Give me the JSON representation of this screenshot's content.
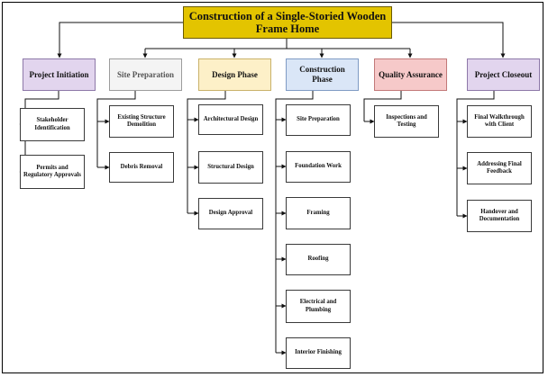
{
  "root": {
    "label": "Construction of a Single-Storied Wooden Frame Home"
  },
  "phases": [
    {
      "label": "Project Initiation",
      "tasks": [
        "Stakeholder Identification",
        "Permits and Regulatory Approvals"
      ]
    },
    {
      "label": "Site Preparation",
      "tasks": [
        "Existing Structure Demolition",
        "Debris Removal"
      ]
    },
    {
      "label": "Design Phase",
      "tasks": [
        "Architectural Design",
        "Structural Design",
        "Design Approval"
      ]
    },
    {
      "label": "Construction Phase",
      "tasks": [
        "Site Preparation",
        "Foundation Work",
        "Framing",
        "Roofing",
        "Electrical and Plumbing",
        "Interior Finishing"
      ]
    },
    {
      "label": "Quality Assurance",
      "tasks": [
        "Inspections and Testing"
      ]
    },
    {
      "label": "Project Closeout",
      "tasks": [
        "Final Walkthrough with Client",
        "Addressing Final Feedback",
        "Handover and Documentation"
      ]
    }
  ],
  "colors": {
    "root_fill": "#e3c400",
    "project_initiation_fill": "#e2d5ee",
    "site_preparation_fill": "#f4f4f4",
    "design_phase_fill": "#fdf0c8",
    "construction_phase_fill": "#dae6f7",
    "quality_assurance_fill": "#f6c9c9",
    "project_closeout_fill": "#e2d5ee"
  }
}
